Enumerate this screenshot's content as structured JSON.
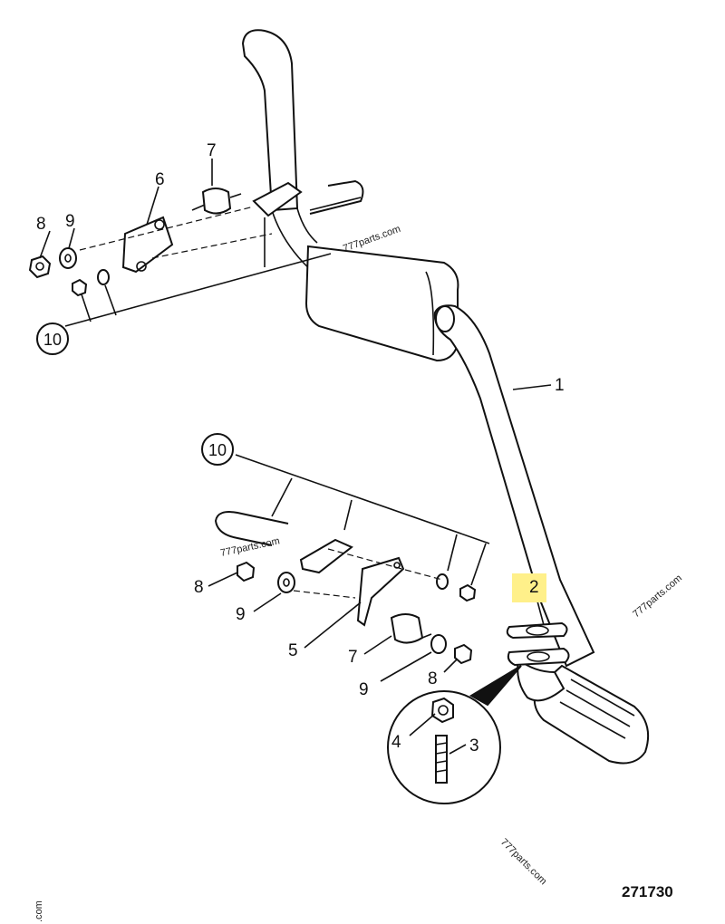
{
  "callouts": {
    "c1": "1",
    "c2": "2",
    "c3": "3",
    "c4": "4",
    "c5": "5",
    "c6": "6",
    "c7_top": "7",
    "c7_bottom": "7",
    "c8_top": "8",
    "c8_mid": "8",
    "c8_bottom": "8",
    "c9_top": "9",
    "c9_mid": "9",
    "c9_bottom": "9",
    "c10_top": "10",
    "c10_mid": "10"
  },
  "watermarks": [
    "777parts.com",
    "777parts.com",
    "777parts.com",
    "777parts.com",
    ".com"
  ],
  "figure_number": "271730",
  "highlight_color": "#fff08a"
}
